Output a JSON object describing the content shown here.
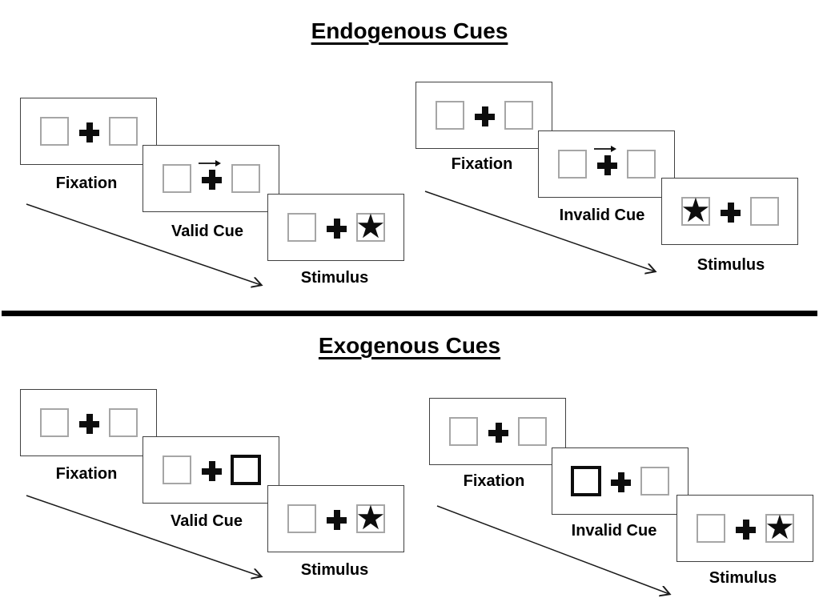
{
  "sections": {
    "endogenous": {
      "title": "Endogenous Cues",
      "panels": [
        {
          "name": "valid-trial",
          "cue_symbol": "central-arrow-pointing-right",
          "stimulus_position": "right-square",
          "screens": [
            {
              "label": "Fixation"
            },
            {
              "label": "Valid Cue"
            },
            {
              "label": "Stimulus"
            }
          ]
        },
        {
          "name": "invalid-trial",
          "cue_symbol": "central-arrow-pointing-right",
          "stimulus_position": "left-square",
          "screens": [
            {
              "label": "Fixation"
            },
            {
              "label": "Invalid Cue"
            },
            {
              "label": "Stimulus"
            }
          ]
        }
      ]
    },
    "exogenous": {
      "title": "Exogenous Cues",
      "panels": [
        {
          "name": "valid-trial",
          "cue_symbol": "bold-outlined-right-square",
          "stimulus_position": "right-square",
          "screens": [
            {
              "label": "Fixation"
            },
            {
              "label": "Valid Cue"
            },
            {
              "label": "Stimulus"
            }
          ]
        },
        {
          "name": "invalid-trial",
          "cue_symbol": "bold-outlined-left-square",
          "stimulus_position": "right-square",
          "screens": [
            {
              "label": "Fixation"
            },
            {
              "label": "Invalid Cue"
            },
            {
              "label": "Stimulus"
            }
          ]
        }
      ]
    }
  },
  "symbols": {
    "star": "★"
  },
  "colors": {
    "ink": "#000000",
    "screen_border": "#404040",
    "placeholder_square_border": "#a6a6a6",
    "bold_cue_square_border": "#0d0d0d",
    "background": "#ffffff"
  }
}
